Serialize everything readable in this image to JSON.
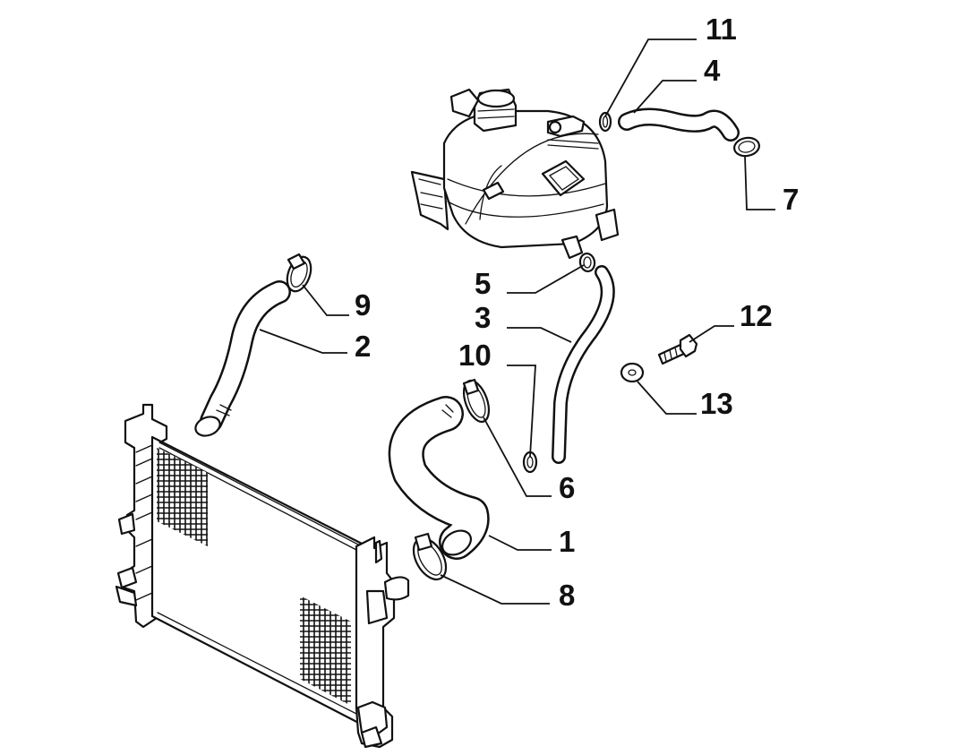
{
  "diagram": {
    "type": "exploded-parts-diagram",
    "callouts": [
      {
        "id": "callout-1",
        "label": "1"
      },
      {
        "id": "callout-2",
        "label": "2"
      },
      {
        "id": "callout-3",
        "label": "3"
      },
      {
        "id": "callout-4",
        "label": "4"
      },
      {
        "id": "callout-5",
        "label": "5"
      },
      {
        "id": "callout-6",
        "label": "6"
      },
      {
        "id": "callout-7",
        "label": "7"
      },
      {
        "id": "callout-8",
        "label": "8"
      },
      {
        "id": "callout-9",
        "label": "9"
      },
      {
        "id": "callout-10",
        "label": "10"
      },
      {
        "id": "callout-11",
        "label": "11"
      },
      {
        "id": "callout-12",
        "label": "12"
      },
      {
        "id": "callout-13",
        "label": "13"
      }
    ]
  }
}
